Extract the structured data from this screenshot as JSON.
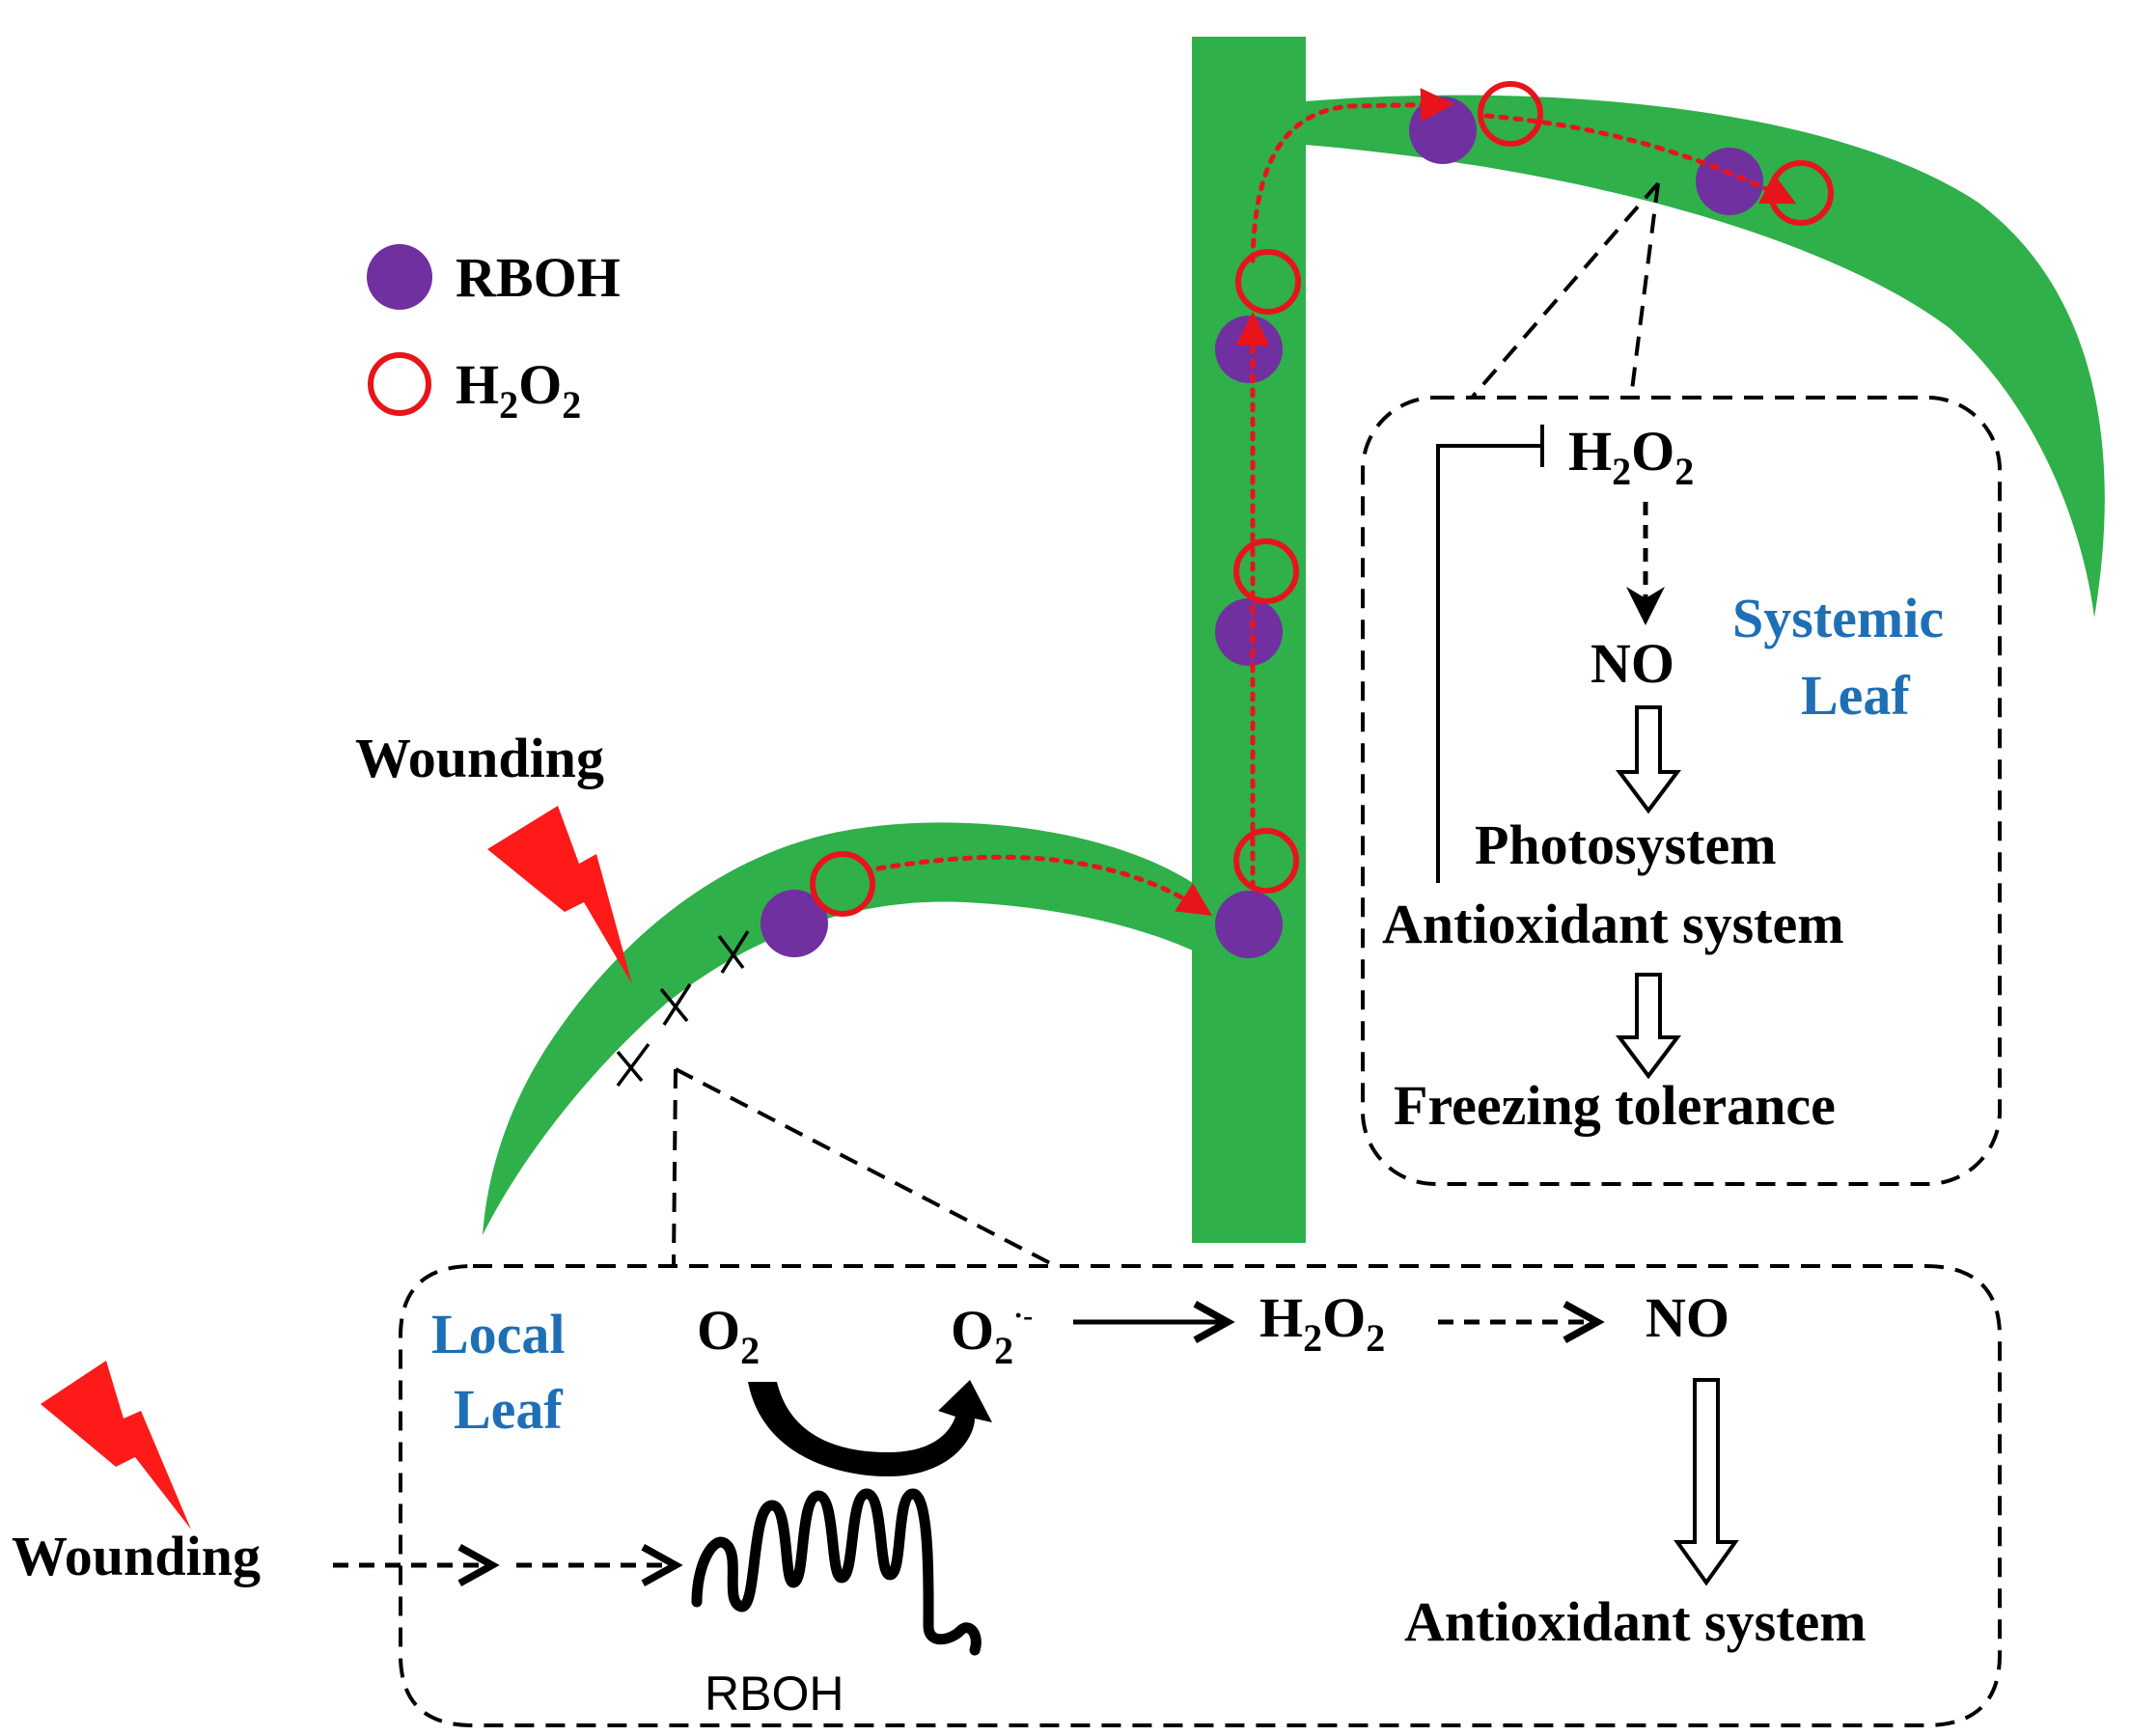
{
  "legend": {
    "rboh_label": "RBOH",
    "h2o2_base": "H",
    "h2o2_sub1": "2",
    "h2o2_mid": "O",
    "h2o2_sub2": "2"
  },
  "local": {
    "wounding_top": "Wounding",
    "wounding_left": "Wounding",
    "leaf_line1": "Local",
    "leaf_line2": "Leaf",
    "o2_base": "O",
    "o2_sub": "2",
    "superoxide_base": "O",
    "superoxide_sub": "2",
    "superoxide_sup": "·-",
    "h2o2_base": "H",
    "h2o2_sub1": "2",
    "h2o2_mid": "O",
    "h2o2_sub2": "2",
    "no": "NO",
    "antioxidant": "Antioxidant system",
    "rboh_protein": "RBOH"
  },
  "systemic": {
    "h2o2_base": "H",
    "h2o2_sub1": "2",
    "h2o2_mid": "O",
    "h2o2_sub2": "2",
    "no": "NO",
    "photosystem": "Photosystem",
    "antioxidant": "Antioxidant system",
    "freezing": "Freezing tolerance",
    "leaf_line1": "Systemic",
    "leaf_line2": "Leaf"
  },
  "colors": {
    "plant_green": "#2fb04a",
    "rboh_purple": "#7030a0",
    "h2o2_red": "#e8141b",
    "label_blue": "#1f6fb5",
    "bolt_red": "#ff1a1a"
  }
}
